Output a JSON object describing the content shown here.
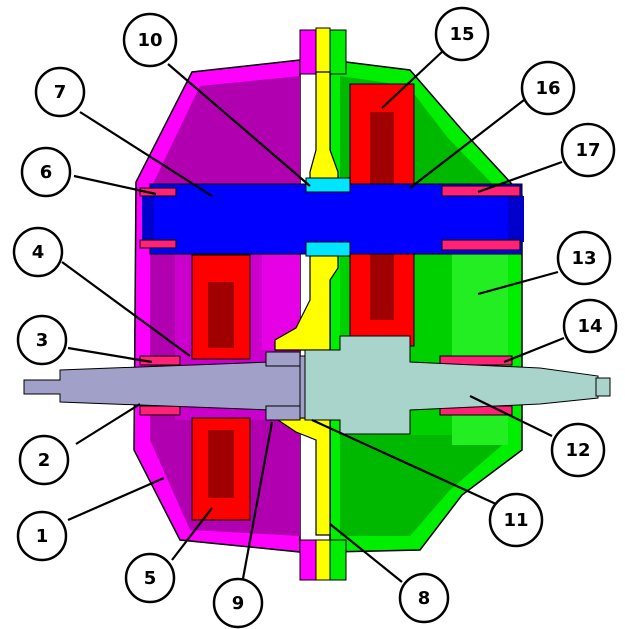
{
  "callouts": [
    {
      "id": "1",
      "label": "1"
    },
    {
      "id": "2",
      "label": "2"
    },
    {
      "id": "3",
      "label": "3"
    },
    {
      "id": "4",
      "label": "4"
    },
    {
      "id": "5",
      "label": "5"
    },
    {
      "id": "6",
      "label": "6"
    },
    {
      "id": "7",
      "label": "7"
    },
    {
      "id": "8",
      "label": "8"
    },
    {
      "id": "9",
      "label": "9"
    },
    {
      "id": "10",
      "label": "10"
    },
    {
      "id": "11",
      "label": "11"
    },
    {
      "id": "12",
      "label": "12"
    },
    {
      "id": "13",
      "label": "13"
    },
    {
      "id": "14",
      "label": "14"
    },
    {
      "id": "15",
      "label": "15"
    },
    {
      "id": "16",
      "label": "16"
    },
    {
      "id": "17",
      "label": "17"
    }
  ],
  "colors": {
    "left_housing": "#ff00ff",
    "left_housing_dark": "#a000a0",
    "right_housing": "#00ee00",
    "right_housing_dark": "#009a00",
    "center_plate": "#ffff00",
    "gear": "#ff0000",
    "gear_dark": "#a00000",
    "countershaft": "#0000ff",
    "spacer": "#00e5ff",
    "input_shaft": "#a0a0c8",
    "output_shaft": "#a8d4cc",
    "bearing": "#ff2277"
  }
}
